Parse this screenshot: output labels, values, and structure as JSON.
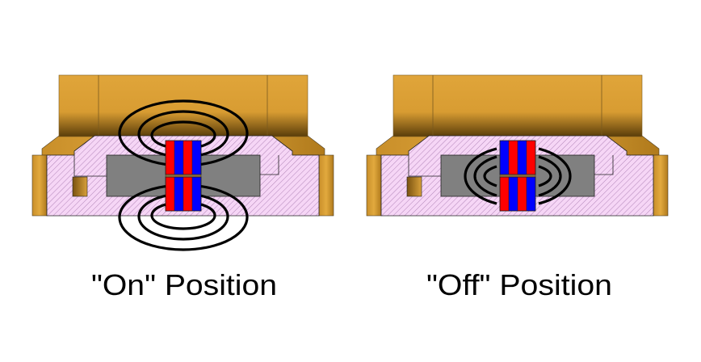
{
  "colors": {
    "gold": "#e0a53a",
    "gold_dark": "#8a5e12",
    "pink": "#f6d6f6",
    "hatch": "#a070a8",
    "steel": "#808080",
    "north": "#ff0000",
    "south": "#0000ff",
    "field_line": "#000000"
  },
  "panels": [
    {
      "id": "on",
      "label": "\"On\" Position",
      "field_mode": "external",
      "top_magnet": [
        "north",
        "south",
        "north",
        "south"
      ],
      "bottom_magnet": [
        "north",
        "south",
        "north",
        "south"
      ]
    },
    {
      "id": "off",
      "label": "\"Off\" Position",
      "field_mode": "internal",
      "top_magnet": [
        "south",
        "north",
        "south",
        "north"
      ],
      "bottom_magnet": [
        "north",
        "south",
        "north",
        "south"
      ]
    }
  ]
}
